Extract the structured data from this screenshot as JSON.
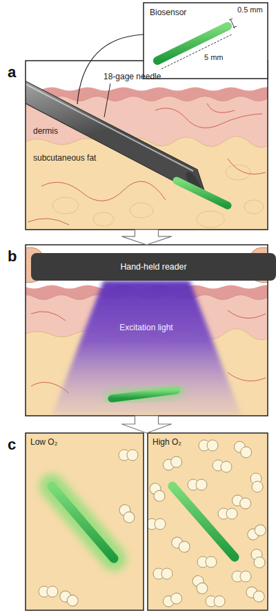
{
  "diagram": {
    "nodes": [
      {
        "text": [
          "a"
        ]
      },
      {
        "text": [
          "Biosensor"
        ]
      },
      {
        "text": [
          "b"
        ]
      },
      {
        "text": [
          "Hand-held reader"
        ],
        "in": 2
      },
      {
        "text": [
          "c"
        ]
      },
      {
        "text": [
          "Low O₂"
        ],
        "in": 4
      },
      {
        "text": [
          "High O₂"
        ],
        "in": 4
      }
    ],
    "edges": [
      {
        "from": 0,
        "to": 2,
        "arrow": "to"
      },
      {
        "from": 2,
        "to": 4,
        "arrow": "to"
      }
    ],
    "labels": [
      "0.5 mm",
      "5 mm",
      "18-gage needle",
      "dermis",
      "subcutaneous fat",
      "Excitation light"
    ]
  }
}
